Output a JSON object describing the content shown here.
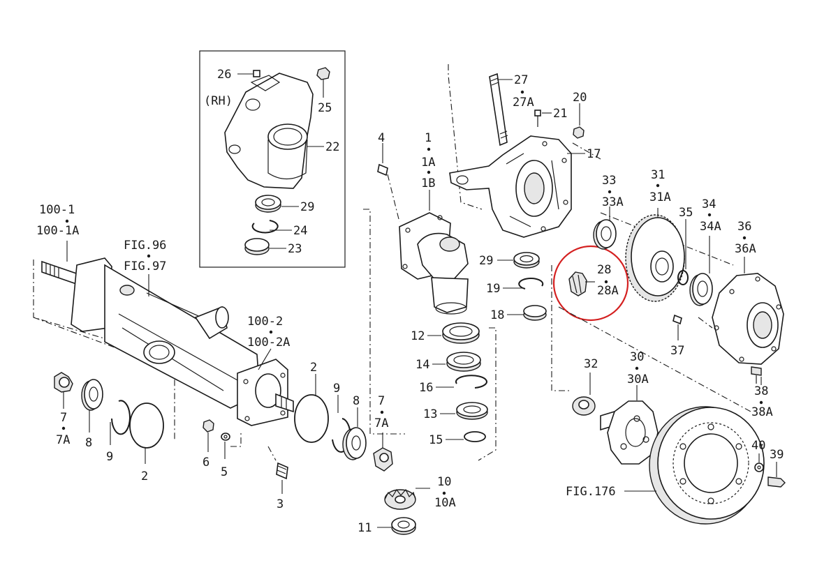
{
  "inset": {
    "side": "(RH)"
  },
  "highlight_color": "#d42020",
  "labels": {
    "l26": "26",
    "l25": "25",
    "l22": "22",
    "l29a": "29",
    "l24": "24",
    "l23": "23",
    "l100_1": "100-1",
    "l100_1a": "100-1A",
    "fig96": "FIG.96",
    "fig97": "FIG.97",
    "l100_2": "100-2",
    "l100_2a": "100-2A",
    "l7a_top": "7",
    "l7a_bot": "7A",
    "l8a": "8",
    "l9a": "9",
    "l2a": "2",
    "l6": "6",
    "l5": "5",
    "l3": "3",
    "l2b": "2",
    "l9b": "9",
    "l8b": "8",
    "l7b_top": "7",
    "l7b_bot": "7A",
    "l10": "10",
    "l10a": "10A",
    "l11": "11",
    "l4": "4",
    "l1": "1",
    "l1a": "1A",
    "l1b": "1B",
    "l12": "12",
    "l14": "14",
    "l16": "16",
    "l13": "13",
    "l15": "15",
    "l27": "27",
    "l27a": "27A",
    "l21": "21",
    "l20": "20",
    "l17": "17",
    "l29b": "29",
    "l19": "19",
    "l18": "18",
    "l28": "28",
    "l28a": "28A",
    "l33": "33",
    "l33a": "33A",
    "l31": "31",
    "l31a": "31A",
    "l35": "35",
    "l34": "34",
    "l34a": "34A",
    "l36": "36",
    "l36a": "36A",
    "l37": "37",
    "l38": "38",
    "l38a": "38A",
    "l32": "32",
    "l30": "30",
    "l30a": "30A",
    "l40": "40",
    "l39": "39",
    "fig176": "FIG.176"
  }
}
